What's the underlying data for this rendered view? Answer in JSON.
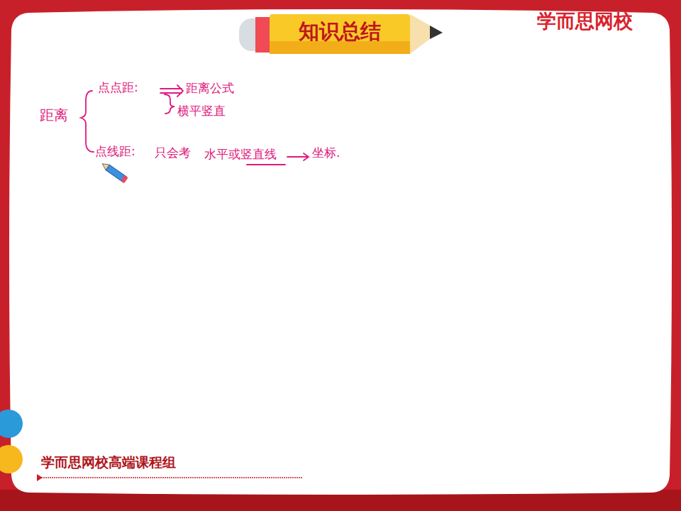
{
  "diagram": {
    "title": "知识总结",
    "labels": [
      "距离",
      "点点距:",
      "距离公式",
      "横平竖直",
      "点线距:",
      "只会考",
      "水平或竖直线",
      "坐标.",
      "学而思网校",
      "学而思网校高端课程组"
    ]
  }
}
